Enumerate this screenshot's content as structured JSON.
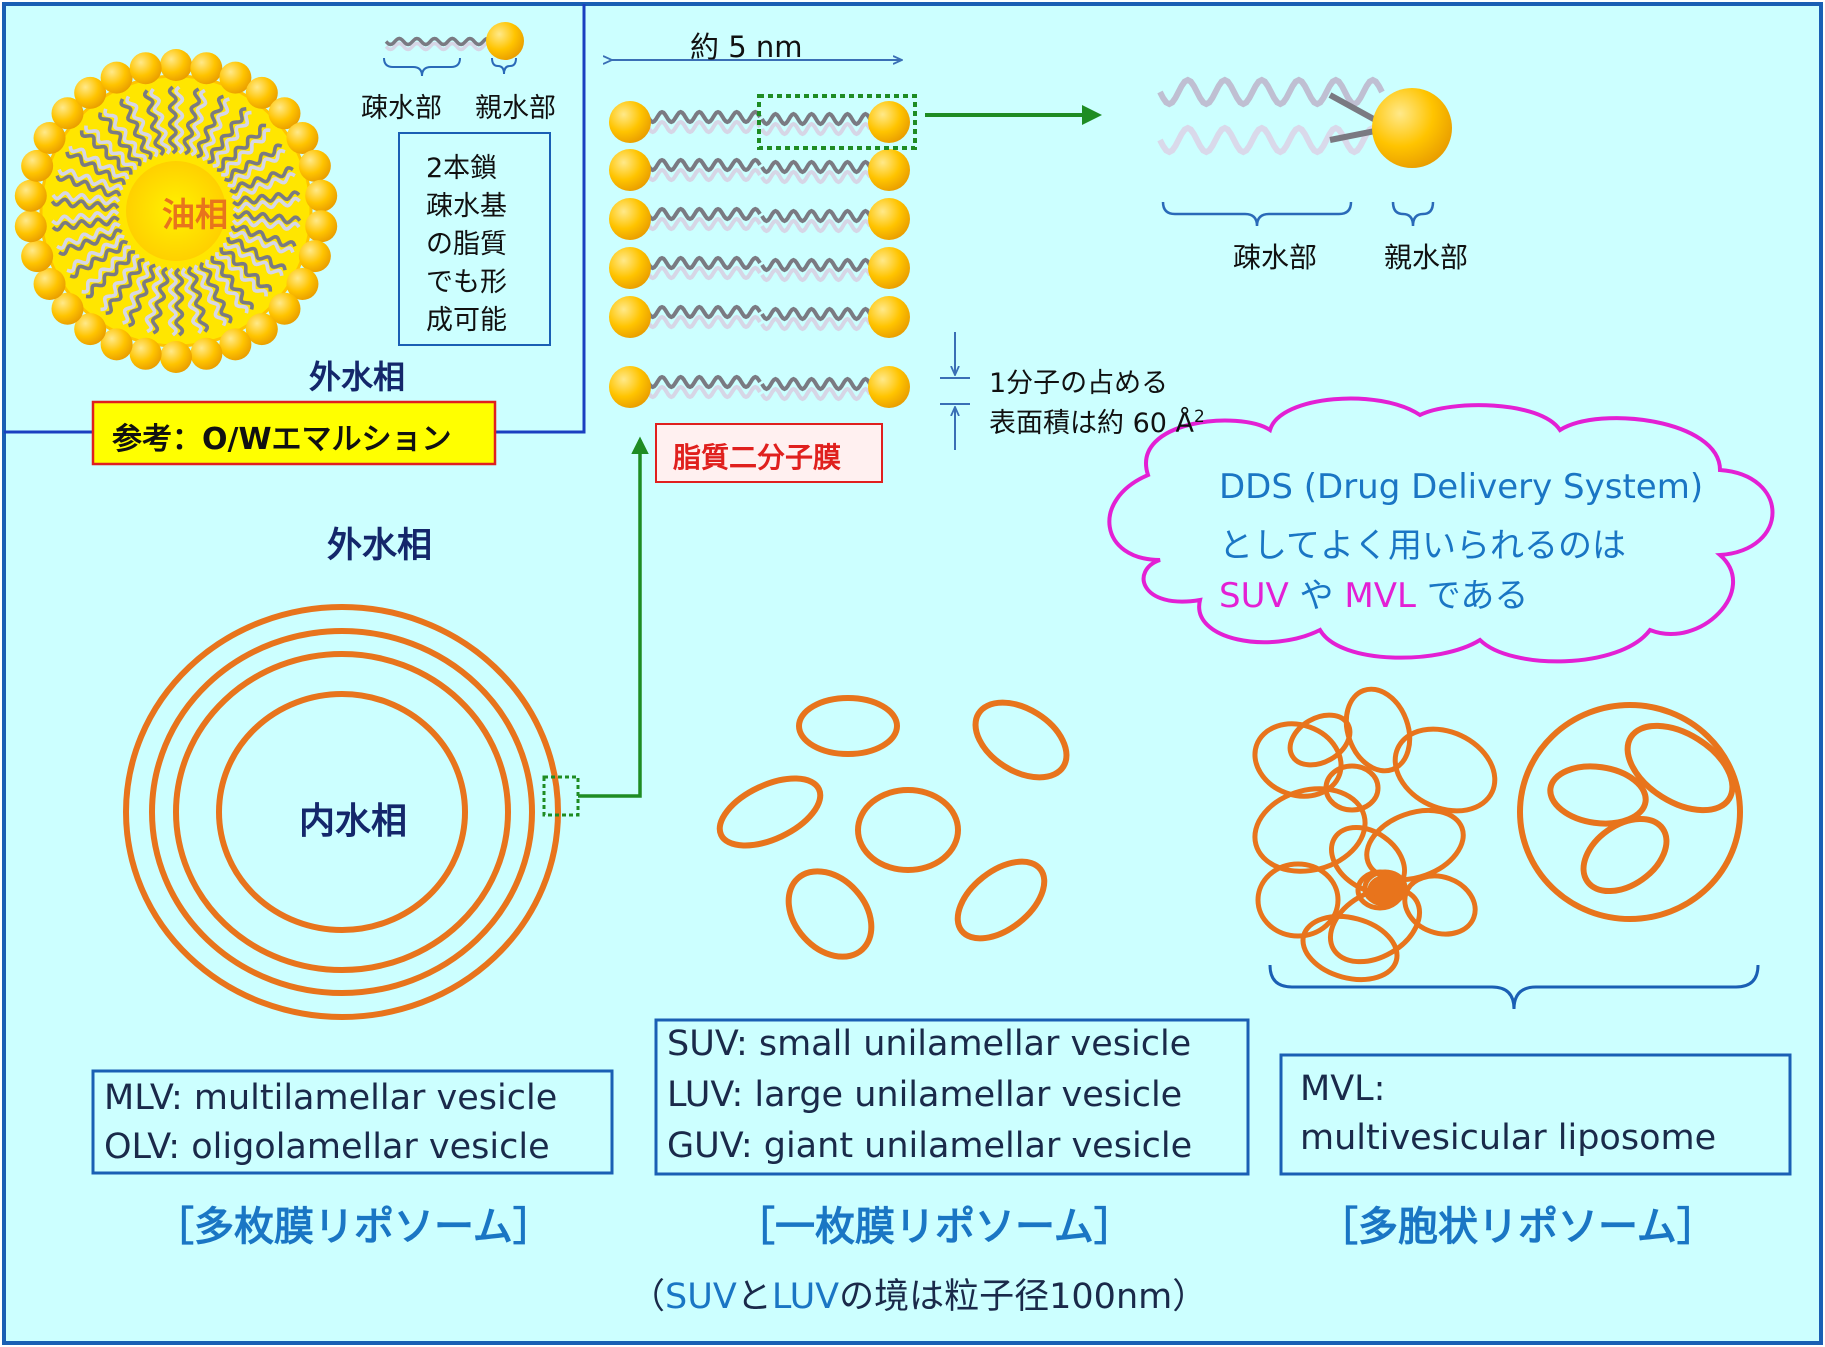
{
  "colors": {
    "background": "#ccffff",
    "frame": "#1a5fb4",
    "vesicle": "#e8741c",
    "lipid_head": "#ffcc00",
    "oil_core": "#ffe600",
    "arrow_green": "#1e8c23",
    "title_blue": "#1a76c4",
    "cloud_magenta": "#e320d4",
    "emulsion_label_bg": "#ffff00",
    "bilayer_label_red": "#e0201e"
  },
  "emulsion": {
    "core_label": "油相",
    "outer_phase": "外水相",
    "note": [
      "2本鎖",
      "疎水基",
      "の脂質",
      "でも形",
      "成可能"
    ],
    "hydrophobic": "疎水部",
    "hydrophilic": "親水部",
    "caption": "参考：O/Wエマルション"
  },
  "bilayer": {
    "width_label": "約 5 nm",
    "label": "脂質二分子膜",
    "area_line1": "1分子の占める",
    "area_line2": "表面積は約 60 Å",
    "area_sup": "2"
  },
  "molecule": {
    "hydrophobic": "疎水部",
    "hydrophilic": "親水部"
  },
  "cloud": {
    "line1": "DDS (Drug Delivery System)",
    "line2": "としてよく用いられるのは",
    "suv": "SUV",
    "ya": " や ",
    "mvl": "MVL",
    "dearu": " である"
  },
  "mlv": {
    "outer_phase": "外水相",
    "inner_phase": "内水相",
    "box_line1_abbr": "MLV",
    "box_line1_rest": ": multilamellar vesicle",
    "box_line2_abbr": "OLV",
    "box_line2_rest": ": oligolamellar vesicle",
    "title": "［多枚膜リポソーム］"
  },
  "uni": {
    "line1_abbr": "SUV",
    "line1_rest": ": small unilamellar vesicle",
    "line2_abbr": "LUV",
    "line2_rest": ": large unilamellar vesicle",
    "line3_abbr": "GUV",
    "line3_rest": ": giant unilamellar vesicle",
    "title": "［一枚膜リポソーム］"
  },
  "mvl_section": {
    "box_line1": "MVL:",
    "box_line2": "multivesicular liposome",
    "title": "［多胞状リポソーム］"
  },
  "footnote": {
    "open": "（",
    "suv": "SUV",
    "to": "と",
    "luv": "LUV",
    "rest": "の境は粒子径100nm）"
  }
}
